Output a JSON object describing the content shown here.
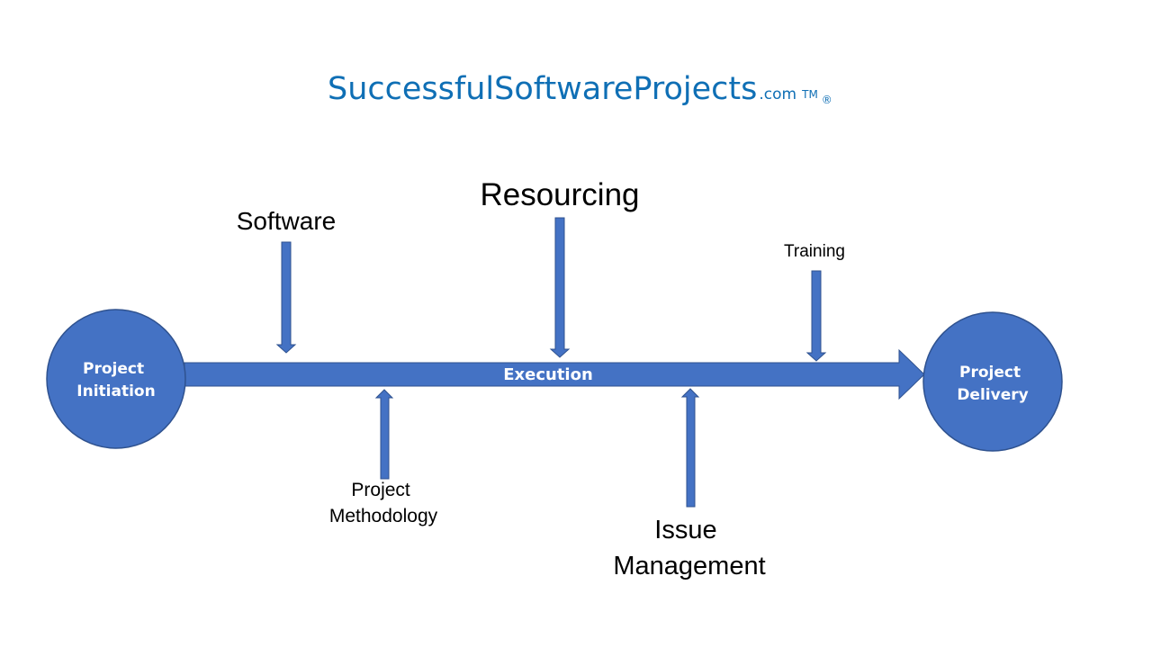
{
  "title": {
    "main": "SuccessfulSoftwareProjects",
    "suffix": ".com",
    "trademark": "TM",
    "registered": "®"
  },
  "start_node": {
    "lines": [
      "Project",
      "Initiation"
    ]
  },
  "end_node": {
    "lines": [
      "Project",
      "Delivery"
    ]
  },
  "main_flow": {
    "label": "Execution"
  },
  "factors": {
    "software": {
      "lines": [
        "Software"
      ]
    },
    "resourcing": {
      "lines": [
        "Resourcing"
      ]
    },
    "training": {
      "lines": [
        "Training"
      ]
    },
    "project_methodology": {
      "lines": [
        "Project",
        "Methodology"
      ]
    },
    "issue_management": {
      "lines": [
        "Issue",
        "Management"
      ]
    }
  },
  "colors": {
    "shape_fill": "#4472c4",
    "shape_stroke": "#2f528f",
    "title": "#0f6fb5",
    "text": "#000000",
    "background": "#ffffff"
  }
}
